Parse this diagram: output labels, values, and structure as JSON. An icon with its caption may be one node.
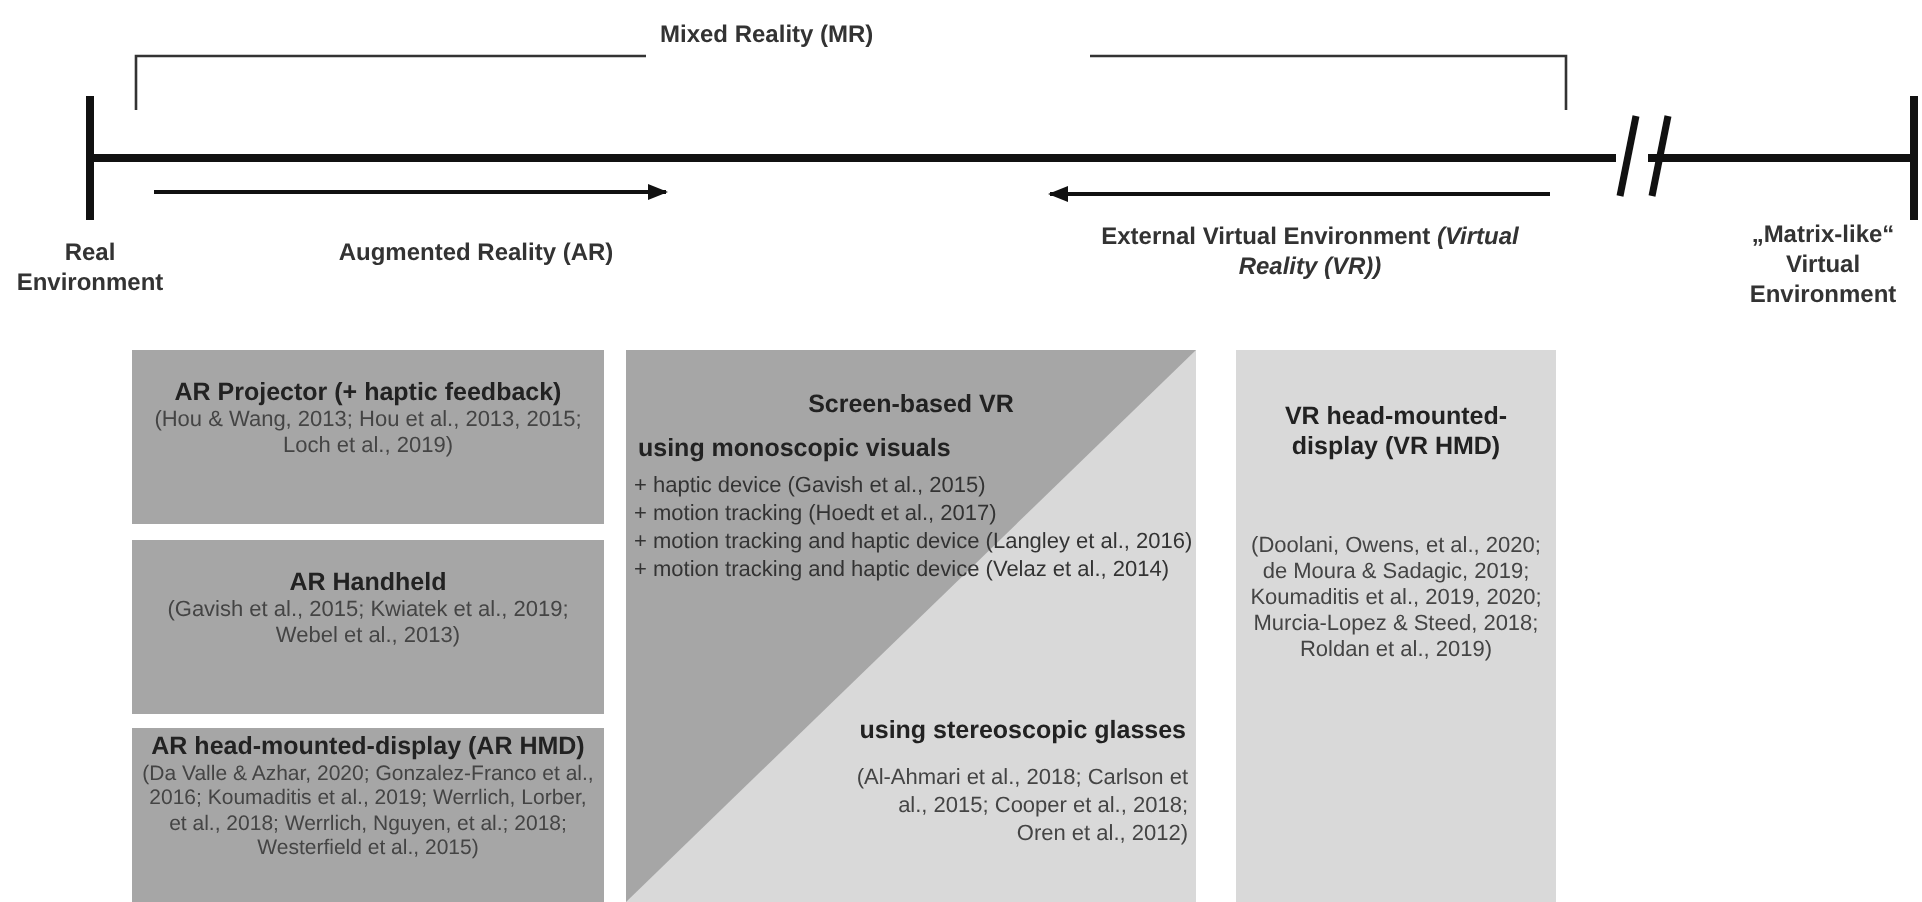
{
  "diagram": {
    "nodes": [
      {
        "text": [
          "AR Projector (+ haptic feedback)",
          "(Hou & Wang, 2013; Hou et al., 2013, 2015; Loch et al., 2019)"
        ]
      },
      {
        "text": [
          "AR Handheld",
          "(Gavish et al., 2015; Kwiatek et al., 2019; Webel et al., 2013)"
        ]
      },
      {
        "text": [
          "AR head-mounted-display (AR HMD)",
          "(Da Valle & Azhar, 2020; Gonzalez-Franco et al., 2016; Koumaditis et al., 2019; Werrlich, Lorber, et al., 2018; Werrlich, Nguyen, et al.; 2018; Westerfield et al., 2015)"
        ]
      },
      {
        "text": [
          "Screen-based VR",
          "using monoscopic visuals",
          "+ haptic device (Gavish et al., 2015)",
          "+ motion tracking (Hoedt et al., 2017)",
          "+ motion tracking and haptic device (Langley et al., 2016)",
          "+ motion tracking and haptic device (Velaz et al., 2014)",
          "using stereoscopic glasses",
          "(Al-Ahmari et al., 2018; Carlson et al., 2015; Cooper et al., 2018; Oren et al., 2012)"
        ]
      },
      {
        "text": [
          "VR head-mounted-display (VR HMD)",
          "(Doolani, Owens, et al., 2020; de Moura & Sadagic, 2019; Koumaditis et al., 2019, 2020; Murcia-Lopez & Steed, 2018; Roldan et al., 2019)"
        ]
      }
    ],
    "labels": [
      "Mixed Reality (MR)",
      "Real Environment",
      "Augmented Reality (AR)",
      "External Virtual Environment *(Virtual Reality (VR))*",
      "„Matrix-like“ Virtual Environment"
    ]
  }
}
